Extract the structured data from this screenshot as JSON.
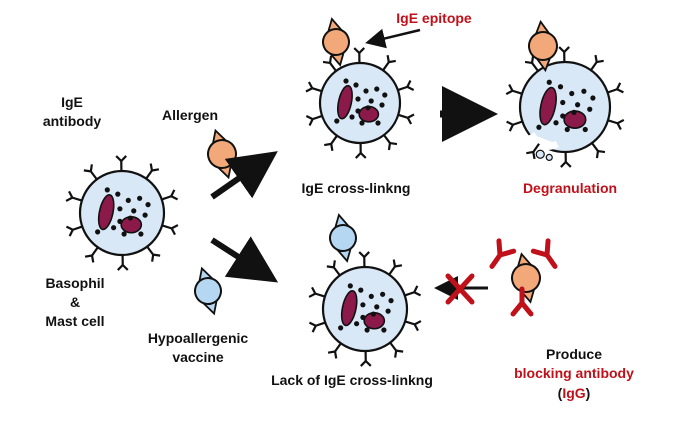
{
  "labels": {
    "ige_antibody_line1": "IgE",
    "ige_antibody_line2": "antibody",
    "allergen": "Allergen",
    "ige_epitope": "IgE epitope",
    "ige_crosslinking": "IgE cross-linkng",
    "degranulation": "Degranulation",
    "basophil": "Basophil",
    "ampersand": "&",
    "mast_cell": "Mast cell",
    "hypoallergenic_line1": "Hypoallergenic",
    "hypoallergenic_line2": "vaccine",
    "lack_crosslinking": "Lack of IgE cross-linkng",
    "produce": "Produce",
    "blocking_antibody": "blocking antibody",
    "igg_open": "(",
    "igg": "IgG",
    "igg_close": ")"
  },
  "colors": {
    "cell_fill": "#d9e8f6",
    "nucleus": "#8b1a4a",
    "allergen": "#f2a878",
    "vaccine": "#b5d7f2",
    "igg": "#c0101a",
    "highlight_text": "#c0101a",
    "stroke": "#111111"
  },
  "icons": {
    "block": "red-x-icon"
  }
}
